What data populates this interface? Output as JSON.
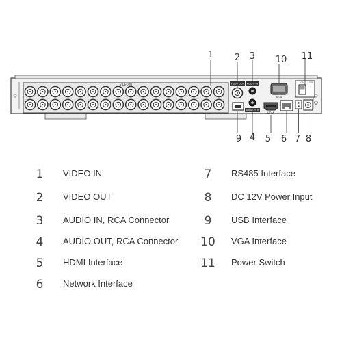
{
  "panel_labels": {
    "video_in": "VIDEO IN",
    "video_out": "VIDEO OUT",
    "audio_in": "AUDIO IN",
    "audio_out": "AUDIO OUT",
    "vga": "VGA",
    "hdmi": "HDMI",
    "on": "ON",
    "off": "OFF"
  },
  "callouts": [
    "1",
    "2",
    "3",
    "4",
    "5",
    "6",
    "7",
    "8",
    "9",
    "10",
    "11"
  ],
  "legend": [
    {
      "num": "1",
      "label": "VIDEO IN"
    },
    {
      "num": "2",
      "label": "VIDEO OUT"
    },
    {
      "num": "3",
      "label": "AUDIO IN, RCA Connector"
    },
    {
      "num": "4",
      "label": "AUDIO OUT, RCA Connector"
    },
    {
      "num": "5",
      "label": "HDMI  Interface"
    },
    {
      "num": "6",
      "label": "Network Interface"
    },
    {
      "num": "7",
      "label": "RS485 Interface"
    },
    {
      "num": "8",
      "label": "DC 12V Power Input"
    },
    {
      "num": "9",
      "label": "USB Interface"
    },
    {
      "num": "10",
      "label": "VGA Interface"
    },
    {
      "num": "11",
      "label": "Power Switch"
    }
  ]
}
